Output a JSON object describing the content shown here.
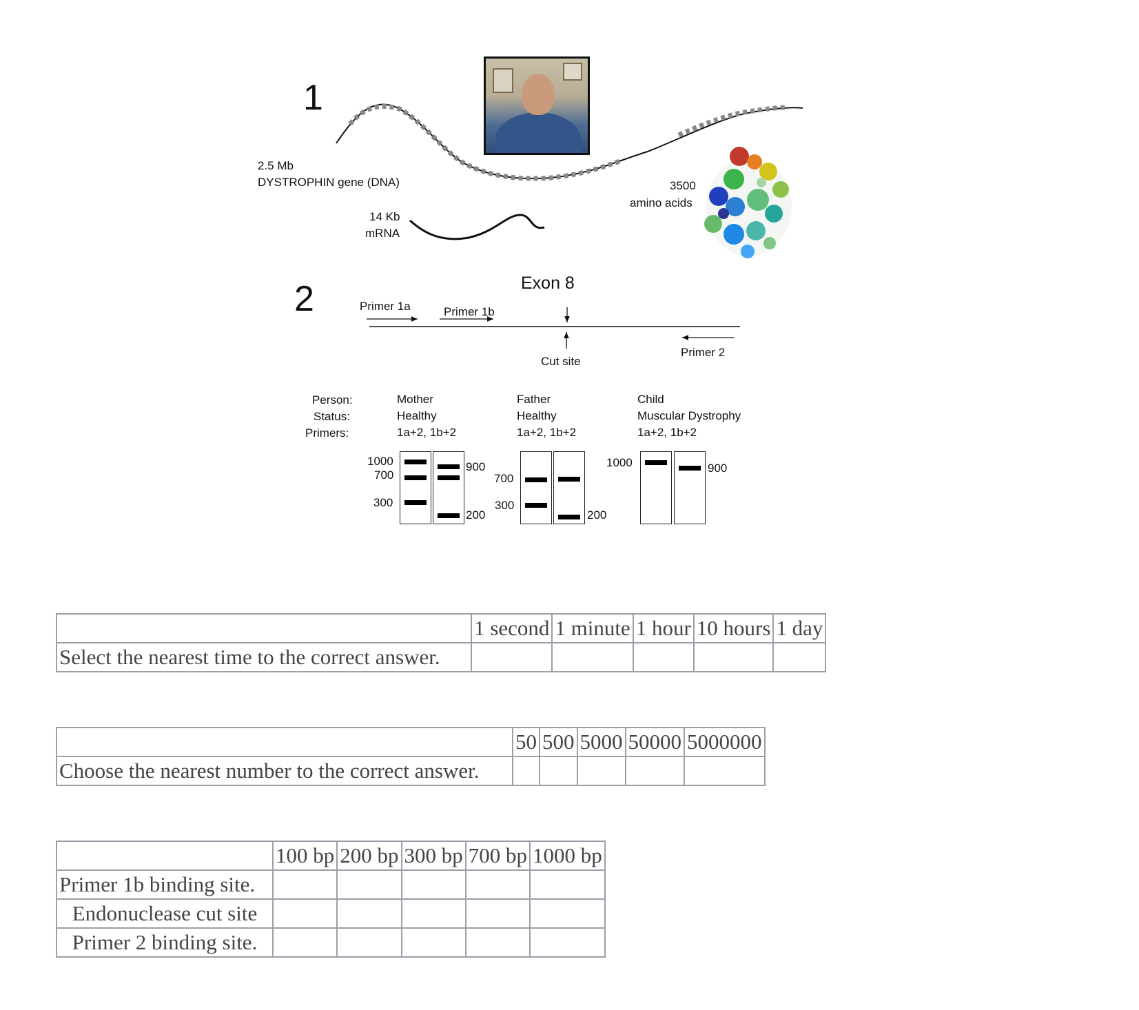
{
  "panel1": {
    "number": "1",
    "gene_size": "2.5 Mb",
    "gene_label": "DYSTROPHIN gene (DNA)",
    "mrna_size": "14 Kb",
    "mrna_label": "mRNA",
    "protein_size": "3500",
    "protein_label": "amino acids"
  },
  "panel2": {
    "number": "2",
    "exon_label": "Exon 8",
    "primer1a": "Primer 1a",
    "primer1b": "Primer 1b",
    "primer2": "Primer 2",
    "cut_site": "Cut site"
  },
  "gel": {
    "row_labels": [
      "Person:",
      "Status:",
      "Primers:"
    ],
    "people": [
      {
        "person": "Mother",
        "status": "Healthy",
        "primers": "1a+2, 1b+2",
        "left_markers": [
          "1000",
          "700",
          "300"
        ],
        "right_markers": [
          "900",
          "200"
        ]
      },
      {
        "person": "Father",
        "status": "Healthy",
        "primers": "1a+2, 1b+2",
        "left_markers": [
          "700",
          "300"
        ],
        "right_markers": [
          "200"
        ]
      },
      {
        "person": "Child",
        "status": "Muscular Dystrophy",
        "primers": "1a+2, 1b+2",
        "left_markers": [
          "1000"
        ],
        "right_markers": [
          "900"
        ]
      }
    ]
  },
  "table_time": {
    "headers": [
      "1 second",
      "1 minute",
      "1 hour",
      "10 hours",
      "1 day"
    ],
    "prompt": "Select the nearest time to the correct answer."
  },
  "table_number": {
    "headers": [
      "50",
      "500",
      "5000",
      "50000",
      "5000000"
    ],
    "prompt": "Choose the nearest number to the correct answer."
  },
  "table_bp": {
    "headers": [
      "100 bp",
      "200 bp",
      "300 bp",
      "700 bp",
      "1000 bp"
    ],
    "rows": [
      "Primer 1b binding site.",
      "Endonuclease cut site",
      "Primer 2 binding site."
    ]
  }
}
